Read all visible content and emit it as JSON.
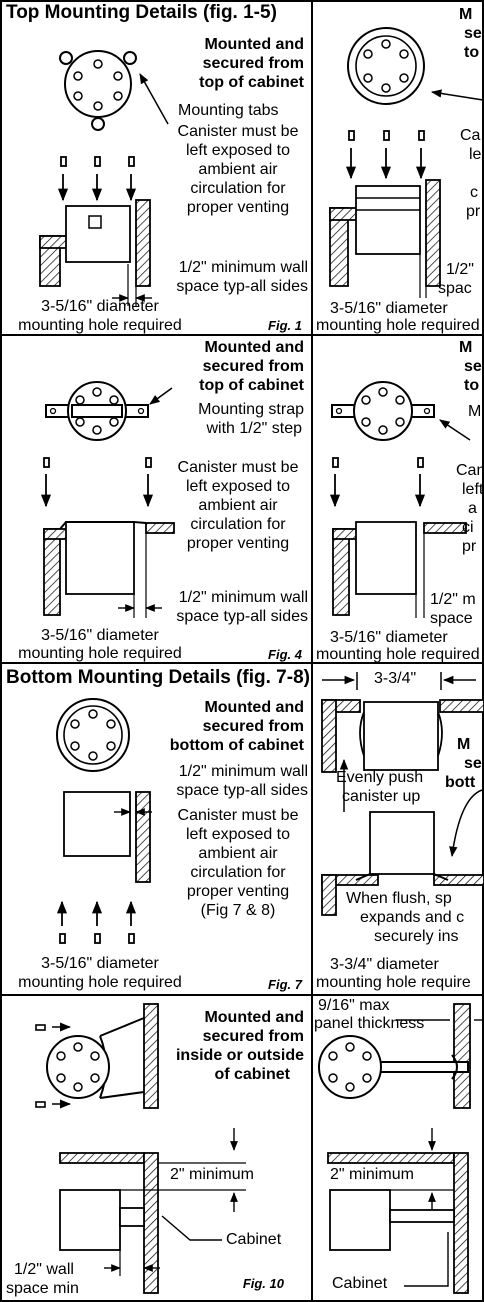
{
  "fig1": {
    "heading": "Top Mounting Details (fig. 1-5)",
    "secured": [
      "Mounted and",
      "secured from",
      "top of cabinet"
    ],
    "tabs": "Mounting tabs",
    "canister": [
      "Canister must be",
      "left exposed to",
      "ambient air",
      "circulation for",
      "proper venting"
    ],
    "wall": [
      "1/2\" minimum wall",
      "space typ-all sides"
    ],
    "hole": [
      "3-5/16\" diameter",
      "mounting hole required"
    ],
    "label": "Fig. 1"
  },
  "fig2": {
    "secured": [
      "M",
      "se",
      "to"
    ],
    "canister": [
      "Ca",
      "le",
      "c",
      "pr"
    ],
    "wall": [
      "1/2\"",
      "spac"
    ],
    "hole": [
      "3-5/16\" diameter",
      "mounting hole required"
    ]
  },
  "fig4": {
    "secured": [
      "Mounted and",
      "secured from",
      "top of cabinet"
    ],
    "strap": [
      "Mounting strap",
      "with 1/2\" step"
    ],
    "canister": [
      "Canister must be",
      "left exposed to",
      "ambient air",
      "circulation for",
      "proper venting"
    ],
    "wall": [
      "1/2\" minimum wall",
      "space typ-all sides"
    ],
    "hole": [
      "3-5/16\" diameter",
      "mounting hole required"
    ],
    "label": "Fig. 4"
  },
  "fig5": {
    "secured": [
      "M",
      "se",
      "to"
    ],
    "strap": "M",
    "canister": [
      "Can",
      "left",
      "a",
      "ci",
      "pr"
    ],
    "wall": [
      "1/2\" m",
      "space"
    ],
    "hole": [
      "3-5/16\" diameter",
      "mounting hole required"
    ]
  },
  "fig7": {
    "heading": "Bottom Mounting Details (fig. 7-8)",
    "secured": [
      "Mounted and",
      "secured from",
      "bottom of cabinet"
    ],
    "wall": [
      "1/2\" minimum wall",
      "space typ-all sides"
    ],
    "canister": [
      "Canister must be",
      "left exposed to",
      "ambient air",
      "circulation for",
      "proper venting",
      "(Fig 7 & 8)"
    ],
    "hole": [
      "3-5/16\" diameter",
      "mounting hole required"
    ],
    "label": "Fig. 7"
  },
  "fig8": {
    "dim": "3-3/4\"",
    "secured": [
      "M",
      "se",
      "bott"
    ],
    "push": [
      "Evenly push",
      "canister up"
    ],
    "flush": [
      "When flush, sp",
      "expands and c",
      "securely ins"
    ],
    "hole": [
      "3-3/4\" diameter",
      "mounting hole require"
    ]
  },
  "fig10": {
    "secured": [
      "Mounted and",
      "secured from",
      "inside or outside",
      "of cabinet"
    ],
    "min": "2\" minimum",
    "cabinet": "Cabinet",
    "wall": [
      "1/2\" wall",
      "space min"
    ],
    "label": "Fig. 10"
  },
  "fig11": {
    "panel": [
      "9/16\" max",
      "panel thickness"
    ],
    "min": "2\" minimum",
    "cabinet": "Cabinet"
  }
}
